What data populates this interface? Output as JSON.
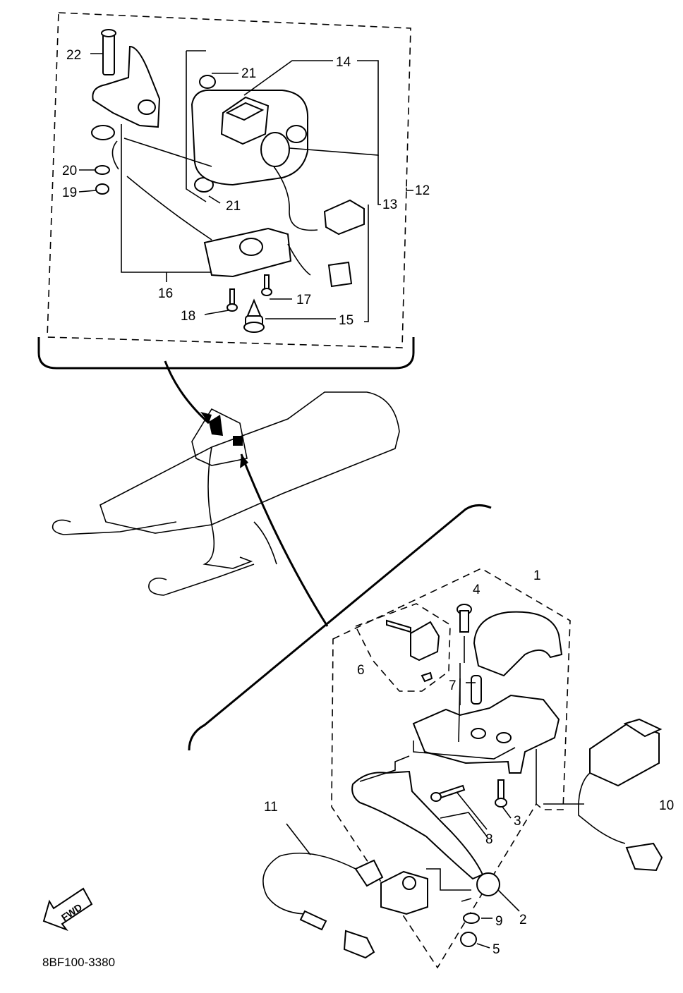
{
  "callouts": {
    "c1": "1",
    "c2": "2",
    "c3": "3",
    "c4": "4",
    "c5": "5",
    "c6": "6",
    "c7": "7",
    "c8": "8",
    "c9": "9",
    "c10": "10",
    "c11": "11",
    "c12": "12",
    "c13": "13",
    "c14": "14",
    "c15": "15",
    "c16": "16",
    "c17": "17",
    "c18": "18",
    "c19": "19",
    "c20": "20",
    "c21a": "21",
    "c21b": "21",
    "c22": "22"
  },
  "fwd_label": "FWD",
  "diagram_code": "8BF100-3380"
}
